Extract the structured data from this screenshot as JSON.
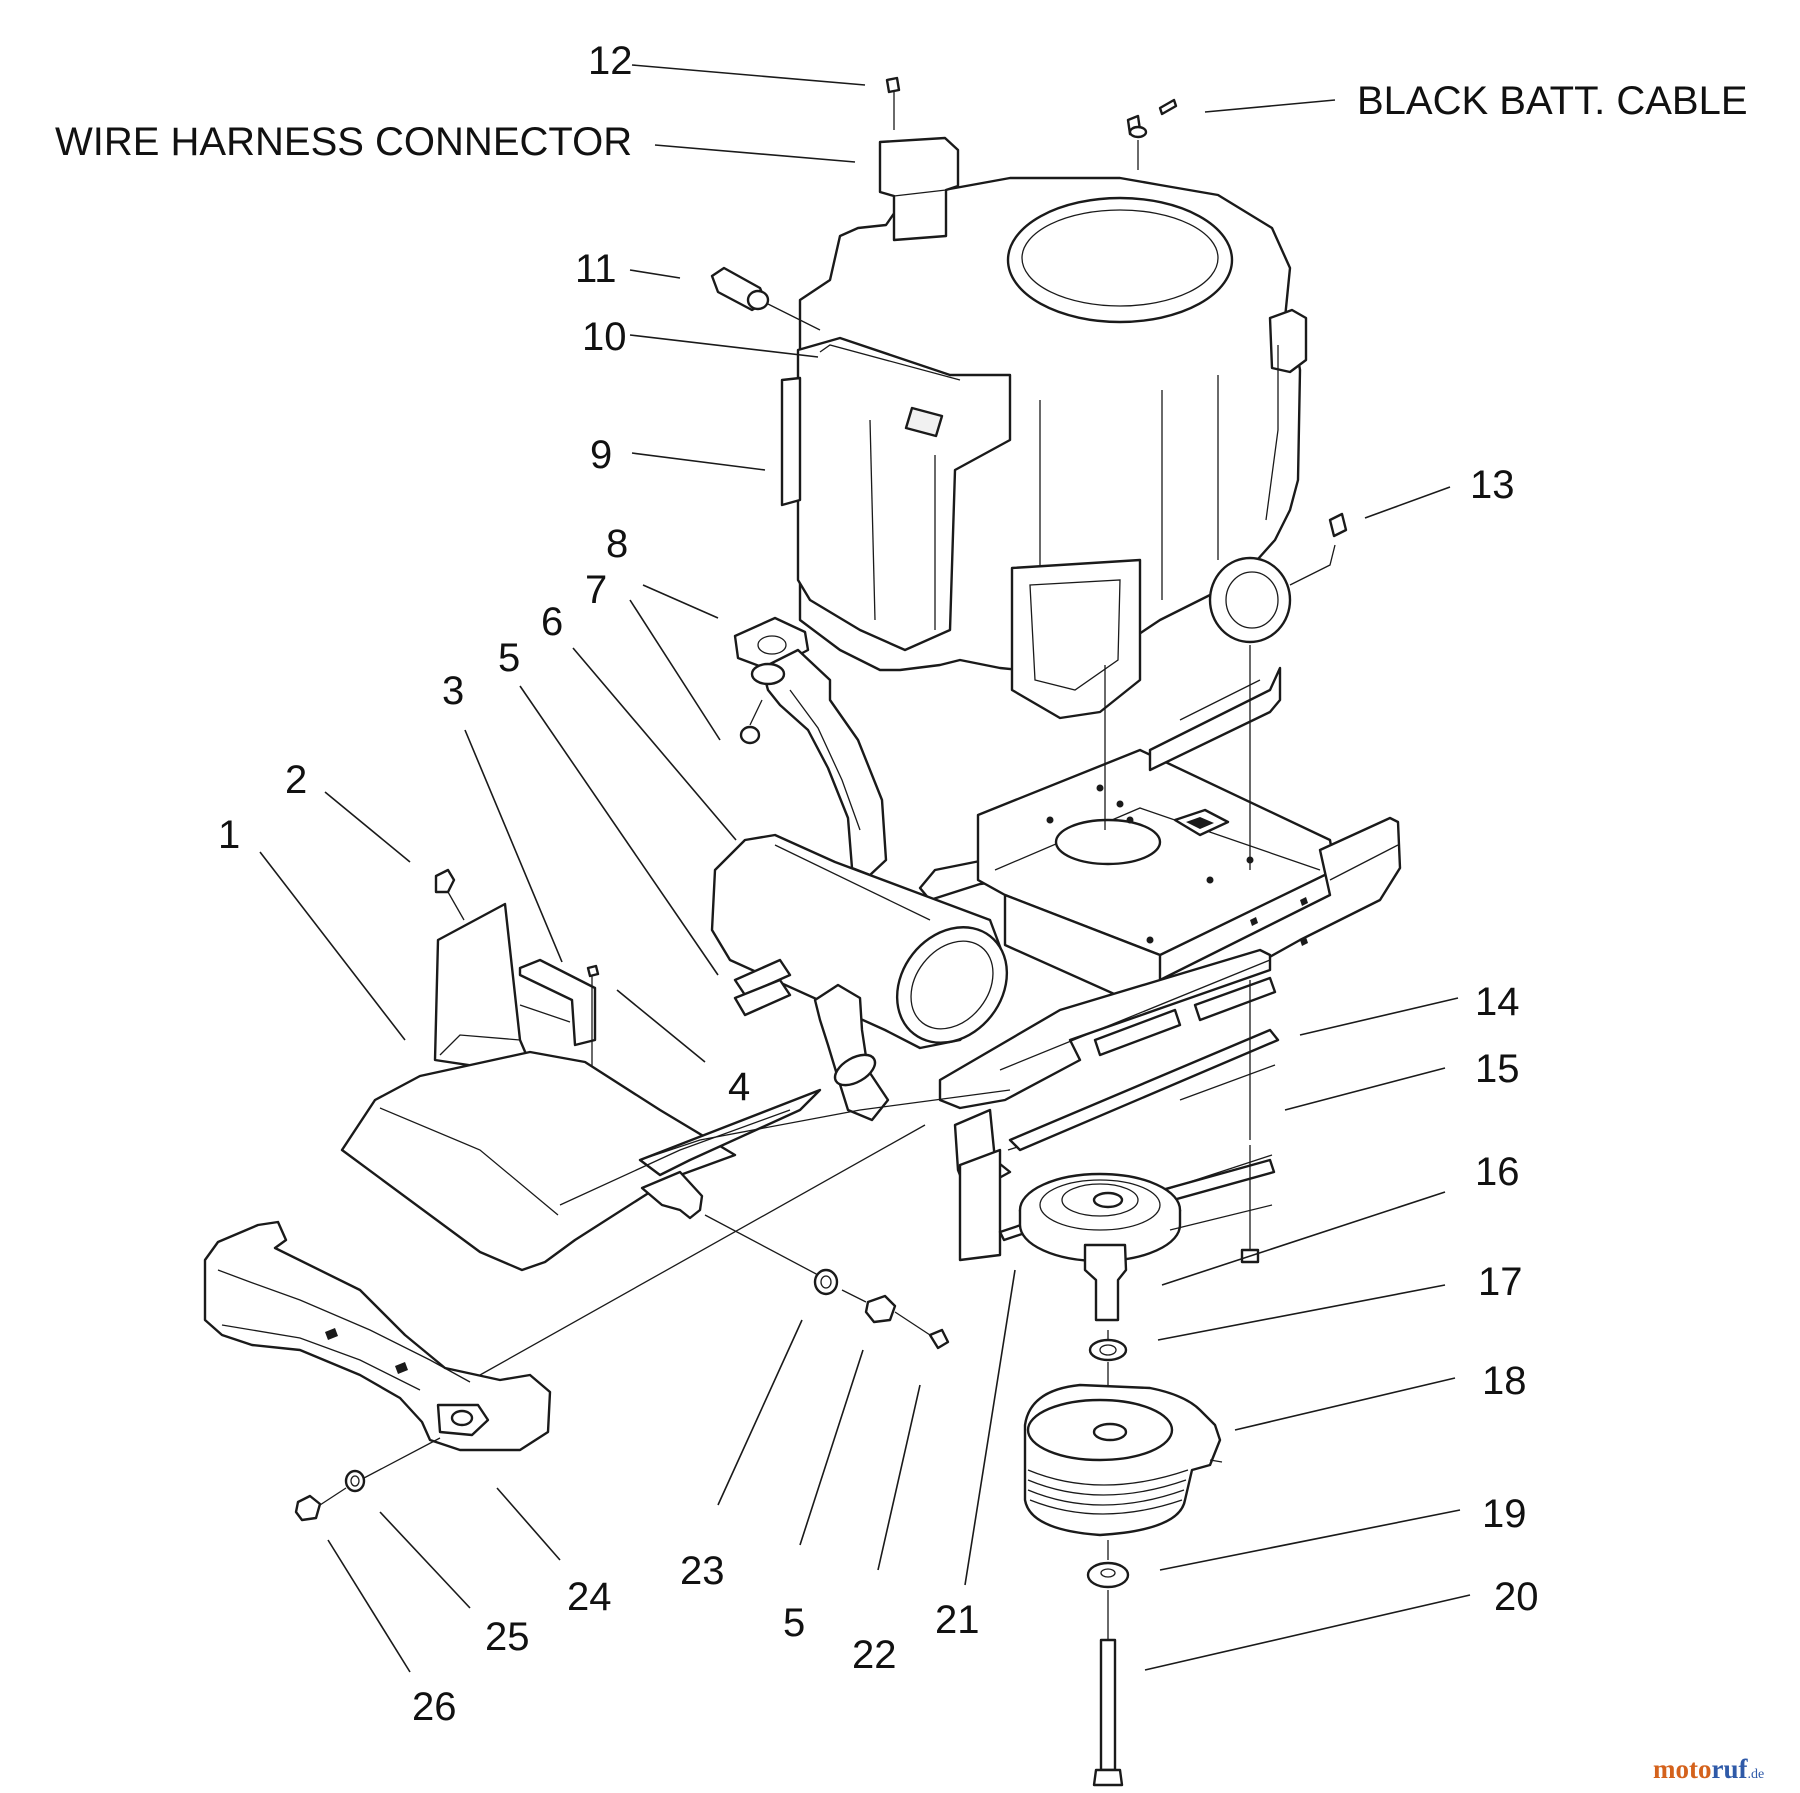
{
  "diagram": {
    "notes": {
      "wire_harness": "WIRE HARNESS CONNECTOR",
      "black_cable": "BLACK BATT. CABLE"
    },
    "callouts": [
      {
        "id": "c12",
        "text": "12"
      },
      {
        "id": "c11",
        "text": "11"
      },
      {
        "id": "c10",
        "text": "10"
      },
      {
        "id": "c9",
        "text": "9"
      },
      {
        "id": "c13",
        "text": "13"
      },
      {
        "id": "c8",
        "text": "8"
      },
      {
        "id": "c7",
        "text": "7"
      },
      {
        "id": "c6",
        "text": "6"
      },
      {
        "id": "c5a",
        "text": "5"
      },
      {
        "id": "c3",
        "text": "3"
      },
      {
        "id": "c2",
        "text": "2"
      },
      {
        "id": "c1",
        "text": "1"
      },
      {
        "id": "c4",
        "text": "4"
      },
      {
        "id": "c14",
        "text": "14"
      },
      {
        "id": "c15",
        "text": "15"
      },
      {
        "id": "c16",
        "text": "16"
      },
      {
        "id": "c17",
        "text": "17"
      },
      {
        "id": "c18",
        "text": "18"
      },
      {
        "id": "c19",
        "text": "19"
      },
      {
        "id": "c20",
        "text": "20"
      },
      {
        "id": "c21",
        "text": "21"
      },
      {
        "id": "c22",
        "text": "22"
      },
      {
        "id": "c5b",
        "text": "5"
      },
      {
        "id": "c23",
        "text": "23"
      },
      {
        "id": "c24",
        "text": "24"
      },
      {
        "id": "c25",
        "text": "25"
      },
      {
        "id": "c26",
        "text": "26"
      }
    ],
    "watermark": {
      "part1": "moto",
      "part2": "ruf",
      "part3": ".de"
    }
  }
}
